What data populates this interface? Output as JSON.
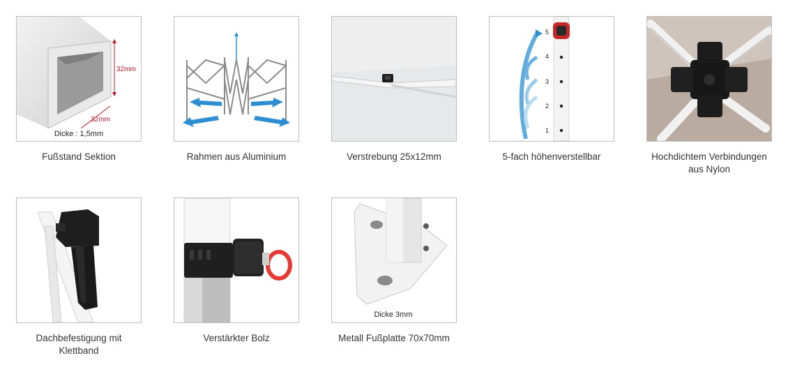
{
  "features": [
    {
      "caption": "Fußstand Sektion",
      "labels": {
        "height": "32mm",
        "width": "32mm",
        "thickness": "Dicke : 1,5mm"
      },
      "colors": {
        "dimension": "#c0172a"
      },
      "icon": "square-tube-profile"
    },
    {
      "caption": "Rahmen aus Aluminium",
      "colors": {
        "arrow": "#2d8fd2"
      },
      "icon": "folding-frame"
    },
    {
      "caption": "Verstrebung 25x12mm",
      "icon": "strut-joint"
    },
    {
      "caption": "5-fach höhenverstellbar",
      "labels": {
        "levels": [
          "1",
          "2",
          "3",
          "4",
          "5"
        ]
      },
      "colors": {
        "arrow": "#2d8fd2",
        "clip": "#c62828"
      },
      "icon": "height-adjust"
    },
    {
      "caption": "Hochdichtem Verbindungen aus Nylon",
      "icon": "nylon-connector"
    },
    {
      "caption": "Dachbefestigung mit Klettband",
      "icon": "roof-fastening"
    },
    {
      "caption": "Verstärkter Bolz",
      "colors": {
        "ring": "#e53935"
      },
      "icon": "reinforced-bolt"
    },
    {
      "caption": "Metall Fußplatte 70x70mm",
      "labels": {
        "thickness": "Dicke 3mm"
      },
      "icon": "foot-plate"
    }
  ]
}
